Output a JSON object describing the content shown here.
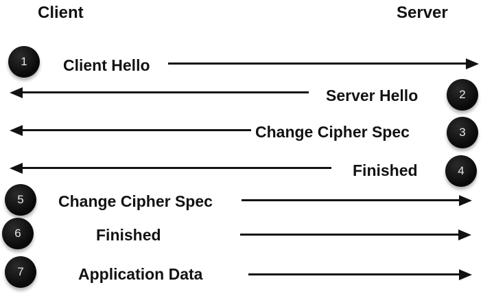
{
  "diagram": {
    "type": "sequence",
    "lanes": {
      "client": "Client",
      "server": "Server"
    },
    "colors": {
      "ink": "#121212",
      "badge_bg": "#0a0a0a",
      "badge_text": "#e9e9e9",
      "background": "#ffffff"
    },
    "messages": [
      {
        "number": "1",
        "label": "Client Hello",
        "direction": "client-to-server"
      },
      {
        "number": "2",
        "label": "Server Hello",
        "direction": "server-to-client"
      },
      {
        "number": "3",
        "label": "Change Cipher Spec",
        "direction": "server-to-client"
      },
      {
        "number": "4",
        "label": "Finished",
        "direction": "server-to-client"
      },
      {
        "number": "5",
        "label": "Change Cipher Spec",
        "direction": "client-to-server"
      },
      {
        "number": "6",
        "label": "Finished",
        "direction": "client-to-server"
      },
      {
        "number": "7",
        "label": "Application Data",
        "direction": "client-to-server"
      }
    ]
  }
}
